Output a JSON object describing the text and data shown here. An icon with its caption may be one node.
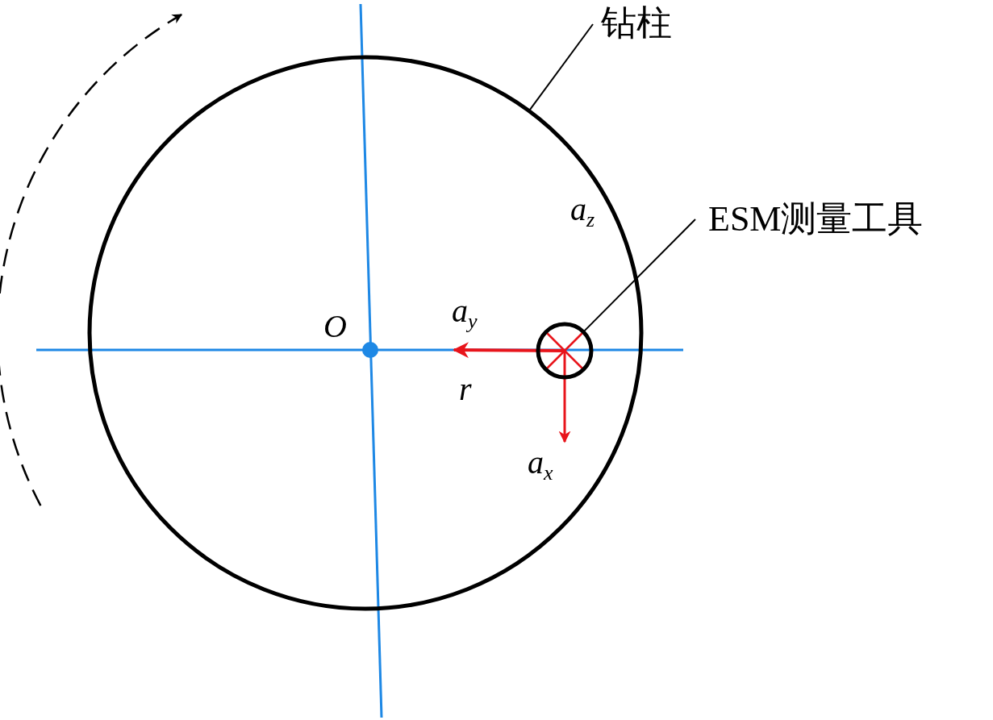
{
  "diagram": {
    "nodes": [
      {
        "text": [
          "钻柱"
        ]
      },
      {
        "text": [],
        "shape": "circle"
      },
      {
        "text": [
          "ESM测量工具"
        ]
      },
      {
        "text": [],
        "shape": "circle",
        "in": 1
      },
      {
        "text": [
          "a$_{y}$"
        ],
        "in": 1
      },
      {
        "text": [
          "a$_{x}$"
        ],
        "in": 1
      }
    ],
    "edges": [
      {
        "from": 0,
        "to": 1,
        "arrow": "none"
      },
      {
        "from": 2,
        "to": 3,
        "arrow": "none"
      },
      {
        "from": 3,
        "to": 4,
        "arrow": "to",
        "style": "thick",
        "color": "#e8141b"
      },
      {
        "from": 3,
        "to": 5,
        "arrow": "to",
        "color": "#e8141b"
      }
    ],
    "labels": [
      "O",
      "a$_{z}$",
      "r"
    ]
  }
}
